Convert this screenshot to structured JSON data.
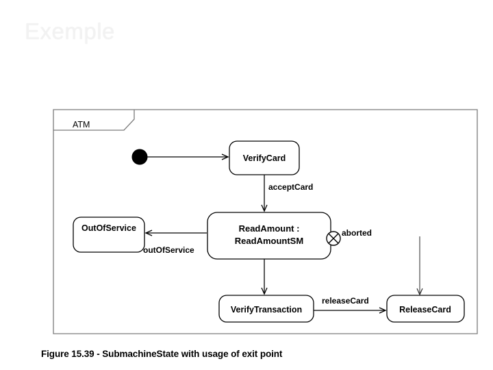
{
  "slide": {
    "title": "Exemple",
    "title_color": "#f2f2f2",
    "background_color": "#ffffff"
  },
  "diagram": {
    "frame": {
      "name_label": "ATM"
    },
    "states": [
      {
        "id": "verify-card",
        "label": "VerifyCard"
      },
      {
        "id": "read-amount",
        "label_line1": "ReadAmount :",
        "label_line2": "ReadAmountSM"
      },
      {
        "id": "out-of-service",
        "label": "OutOfService"
      },
      {
        "id": "verify-transaction",
        "label": "VerifyTransaction"
      },
      {
        "id": "release-card",
        "label": "ReleaseCard"
      }
    ],
    "pseudostates": [
      {
        "id": "initial",
        "kind": "initial-state"
      },
      {
        "id": "aborted-exit",
        "kind": "exit-point",
        "label": "aborted"
      }
    ],
    "transitions": [
      {
        "id": "initial-to-verify-card",
        "label": ""
      },
      {
        "id": "verify-card-to-read-amount",
        "label": "acceptCard"
      },
      {
        "id": "read-amount-to-out-of-service",
        "label": "outOfService"
      },
      {
        "id": "read-amount-to-verify-transaction",
        "label": ""
      },
      {
        "id": "verify-transaction-to-release-card",
        "label": "releaseCard"
      },
      {
        "id": "aborted-to-release-card",
        "label": ""
      }
    ]
  },
  "caption": {
    "text": "Figure 15.39 - SubmachineState with usage of exit point"
  }
}
